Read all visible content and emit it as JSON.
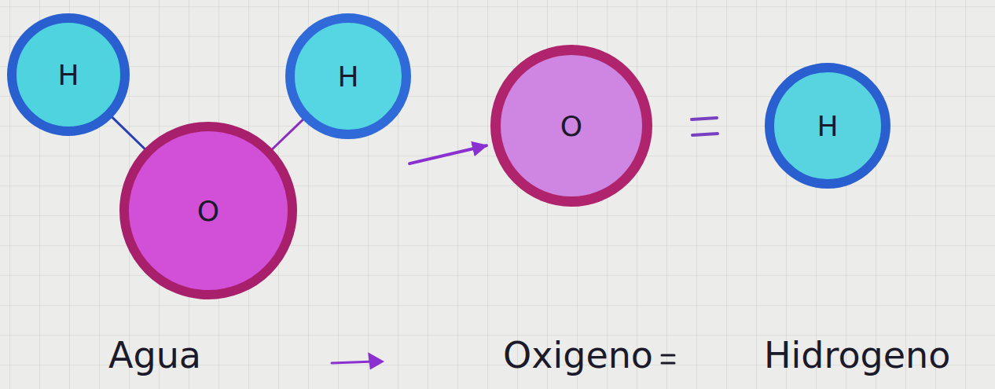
{
  "diagram": {
    "nodes": [
      {
        "text": [
          "H"
        ]
      },
      {
        "text": [
          "H"
        ]
      },
      {
        "text": [
          "O"
        ]
      },
      {
        "text": [
          "O"
        ]
      },
      {
        "text": [
          "H"
        ]
      }
    ],
    "edges": [
      {
        "from": 0,
        "to": 2,
        "arrow": "none"
      },
      {
        "from": 1,
        "to": 2,
        "arrow": "none"
      },
      {
        "from": 2,
        "to": 3,
        "arrow": "to"
      }
    ],
    "labels": [
      "Agua",
      "Oxigeno",
      "Hidrogeno"
    ]
  }
}
